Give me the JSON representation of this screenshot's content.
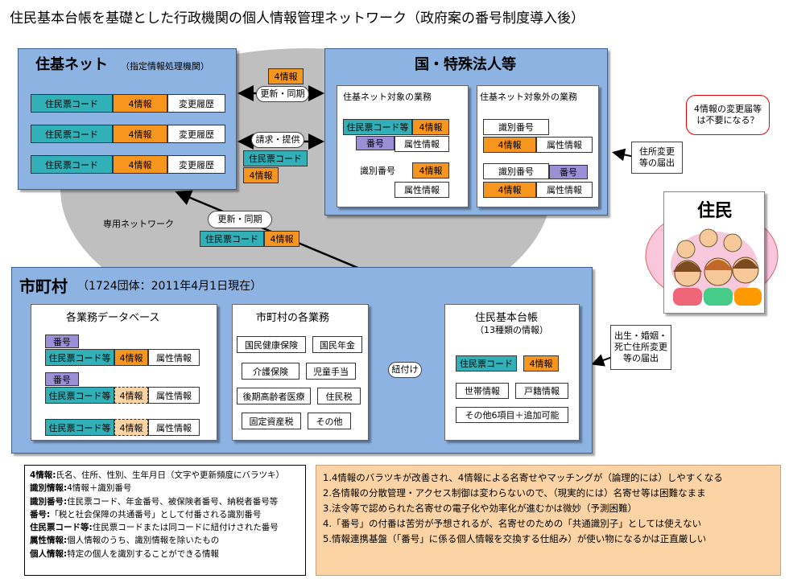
{
  "title": "住民基本台帳を基礎とした行政機関の個人情報管理ネットワーク（政府案の番号制度導入後）",
  "juki_net": {
    "title": "住基ネット",
    "subtitle": "（指定情報処理機関）",
    "rows": [
      {
        "code": "住民票コード",
        "info": "4情報",
        "history": "変更履歴"
      },
      {
        "code": "住民票コード",
        "info": "4情報",
        "history": "変更履歴"
      },
      {
        "code": "住民票コード",
        "info": "4情報",
        "history": "変更履歴"
      }
    ]
  },
  "dedicated_network": "専用ネットワーク",
  "link_top": {
    "info": "4情報",
    "label": "更新・同期"
  },
  "link_mid": {
    "label": "請求・提供",
    "code": "住民票コード",
    "info": "4情報"
  },
  "link_bottom": {
    "label": "更新・同期",
    "code": "住民票コード",
    "info": "4情報"
  },
  "kuni": {
    "title": "国・特殊法人等",
    "in_scope": {
      "title": "住基ネット対象の業務",
      "code": "住民票コード等",
      "info1": "4情報",
      "number": "番号",
      "attr1": "属性情報",
      "id": "識別番号",
      "info2": "4情報",
      "attr2": "属性情報"
    },
    "out_scope": {
      "title": "住基ネット対象外の業務",
      "id1": "識別番号",
      "info1": "4情報",
      "attr1": "属性情報",
      "id2": "識別番号",
      "number": "番号",
      "info2": "4情報",
      "attr2": "属性情報"
    }
  },
  "callout_question": "4情報の変更届等は不要になる？",
  "callout_address": "住所変更等の届出",
  "callout_life": "出生・婚姻・死亡住所変更等の届出",
  "resident": "住民",
  "shichoson": {
    "title": "市町村",
    "subtitle": "（1724団体：2011年4月1日現在）",
    "db": {
      "title": "各業務データベース",
      "rows": [
        {
          "number": "番号",
          "code": "住民票コード等",
          "info": "4情報",
          "attr": "属性情報"
        },
        {
          "number": "番号",
          "code": "住民票コード等",
          "info": "4情報",
          "attr": "属性情報"
        },
        {
          "code": "住民票コード等",
          "info": "4情報",
          "attr": "属性情報"
        }
      ]
    },
    "services": {
      "title": "市町村の各業務",
      "items": [
        "国民健康保険",
        "国民年金",
        "介護保険",
        "児童手当",
        "後期高齢者医療",
        "住民税",
        "固定資産税",
        "その他"
      ]
    },
    "link": "紐付け",
    "register": {
      "title": "住民基本台帳",
      "subtitle": "（13種類の情報）",
      "code": "住民票コード",
      "info": "4情報",
      "household": "世帯情報",
      "family": "戸籍情報",
      "other": "その他6項目＋追加可能"
    }
  },
  "definitions": [
    {
      "term": "4情報:",
      "text": "氏名、住所、性別、生年月日（文字や更新頻度にバラツキ）"
    },
    {
      "term": "識別情報:",
      "text": "4情報＋識別番号"
    },
    {
      "term": "識別番号:",
      "text": "住民票コード、年金番号、被保険者番号、納税者番号等"
    },
    {
      "term": "番号:",
      "text": "「税と社会保障の共通番号」として付番される識別番号"
    },
    {
      "term": "住民票コード等:",
      "text": "住民票コードまたは同コードに紐付けされた番号"
    },
    {
      "term": "属性情報:",
      "text": "個人情報のうち、識別情報を除いたもの"
    },
    {
      "term": "個人情報:",
      "text": "特定の個人を識別することができる情報"
    }
  ],
  "issues": [
    "1.4情報のバラツキが改善され、4情報による名寄せやマッチングが（論理的には）しやすくなる",
    "2.各情報の分散管理・アクセス制御は変わらないので、（現実的には）名寄せ等は困難なまま",
    "3.法令等で認められた名寄せの電子化や効率化が進むかは微妙（予測困難）",
    "4.「番号」の付番は苦労が予想されるが、名寄せのための「共通識別子」としては使えない",
    "5.情報連携基盤（「番号」に係る個人情報を交換する仕組み）が使い物になるかは正直厳しい"
  ],
  "colors": {
    "panel": "#8db3e2",
    "teal": "#31b0b8",
    "orange": "#f7961f",
    "purple": "#9b8fd6",
    "cloud": "#bfbfbf",
    "notes": "#fbd3a4"
  }
}
